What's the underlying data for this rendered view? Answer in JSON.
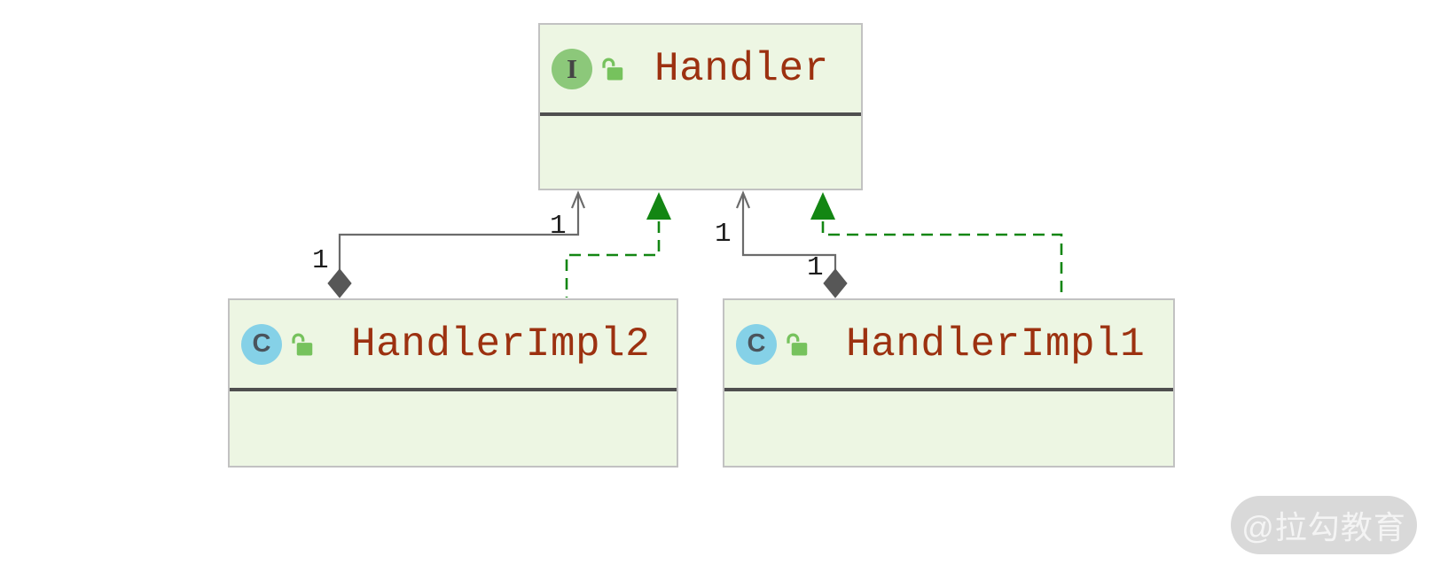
{
  "diagram": {
    "nodes": [
      {
        "name": "Handler",
        "stereotype": "interface",
        "badge_letter": "I",
        "visibility_icon": "unlocked-public"
      },
      {
        "name": "HandlerImpl2",
        "stereotype": "class",
        "badge_letter": "C",
        "visibility_icon": "unlocked-public"
      },
      {
        "name": "HandlerImpl1",
        "stereotype": "class",
        "badge_letter": "C",
        "visibility_icon": "unlocked-public"
      }
    ],
    "edges": [
      {
        "type": "aggregation",
        "from": "HandlerImpl2",
        "to": "Handler",
        "source_multiplicity": "1",
        "target_multiplicity": "1"
      },
      {
        "type": "realization",
        "from": "HandlerImpl2",
        "to": "Handler"
      },
      {
        "type": "aggregation",
        "from": "HandlerImpl1",
        "to": "Handler",
        "source_multiplicity": "1",
        "target_multiplicity": "1"
      },
      {
        "type": "realization",
        "from": "HandlerImpl1",
        "to": "Handler"
      }
    ],
    "colors": {
      "node_fill": "#edf6e3",
      "node_border": "#c2c2c2",
      "divider": "#4f4f4f",
      "name_text": "#9c3110",
      "interface_badge": "#8cc87a",
      "class_badge": "#85d1e7",
      "lock_icon": "#76c25d",
      "association_line": "#6b6b6b",
      "realization_line": "#138613"
    }
  },
  "watermark": {
    "text": "@拉勾教育"
  }
}
